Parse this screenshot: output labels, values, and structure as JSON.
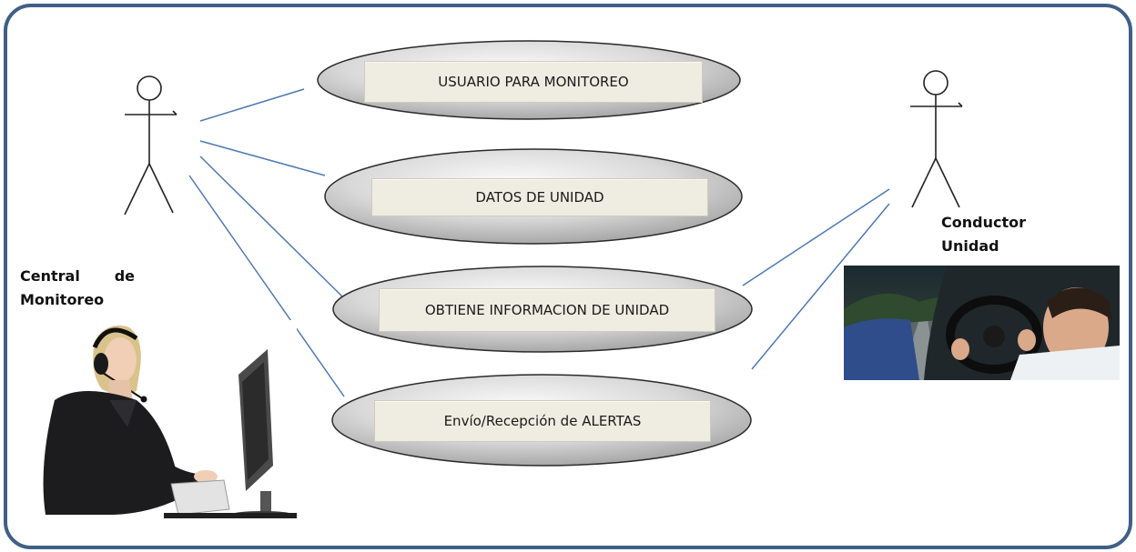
{
  "actors": {
    "central": {
      "line1_a": "Central",
      "line1_b": "de",
      "line2": "Monitoreo"
    },
    "conductor": {
      "line1": "Conductor",
      "line2": "Unidad"
    }
  },
  "use_cases": [
    {
      "label": "USUARIO PARA MONITOREO"
    },
    {
      "label": "DATOS DE UNIDAD"
    },
    {
      "label": "OBTIENE INFORMACION DE UNIDAD"
    },
    {
      "label": "Envío/Recepción de ALERTAS"
    }
  ],
  "colors": {
    "border": "#3f5f86",
    "association_line": "#4f78b3",
    "ellipse_fill_light": "#f2f2f2",
    "ellipse_fill_dark": "#a8a8a8",
    "label_box": "#efece2"
  },
  "icons": [
    "stick-figure-icon",
    "operator-photo",
    "driver-photo"
  ]
}
